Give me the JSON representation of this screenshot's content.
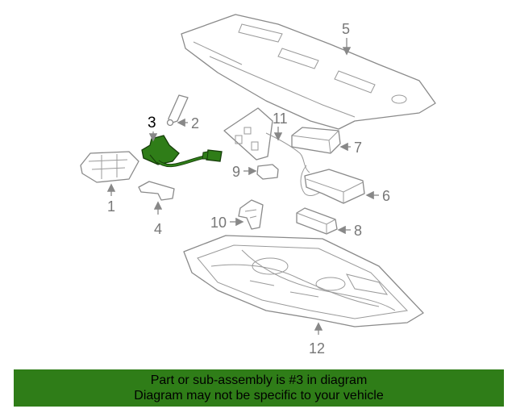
{
  "diagram": {
    "highlighted_part": "3",
    "highlight_color": "#2f7d18",
    "callouts": [
      "1",
      "2",
      "3",
      "4",
      "5",
      "6",
      "7",
      "8",
      "9",
      "10",
      "11",
      "12"
    ]
  },
  "banner": {
    "line1": "Part or sub-assembly is #3 in diagram",
    "line2": "Diagram may not be specific to your vehicle",
    "background": "#2f7d18"
  }
}
